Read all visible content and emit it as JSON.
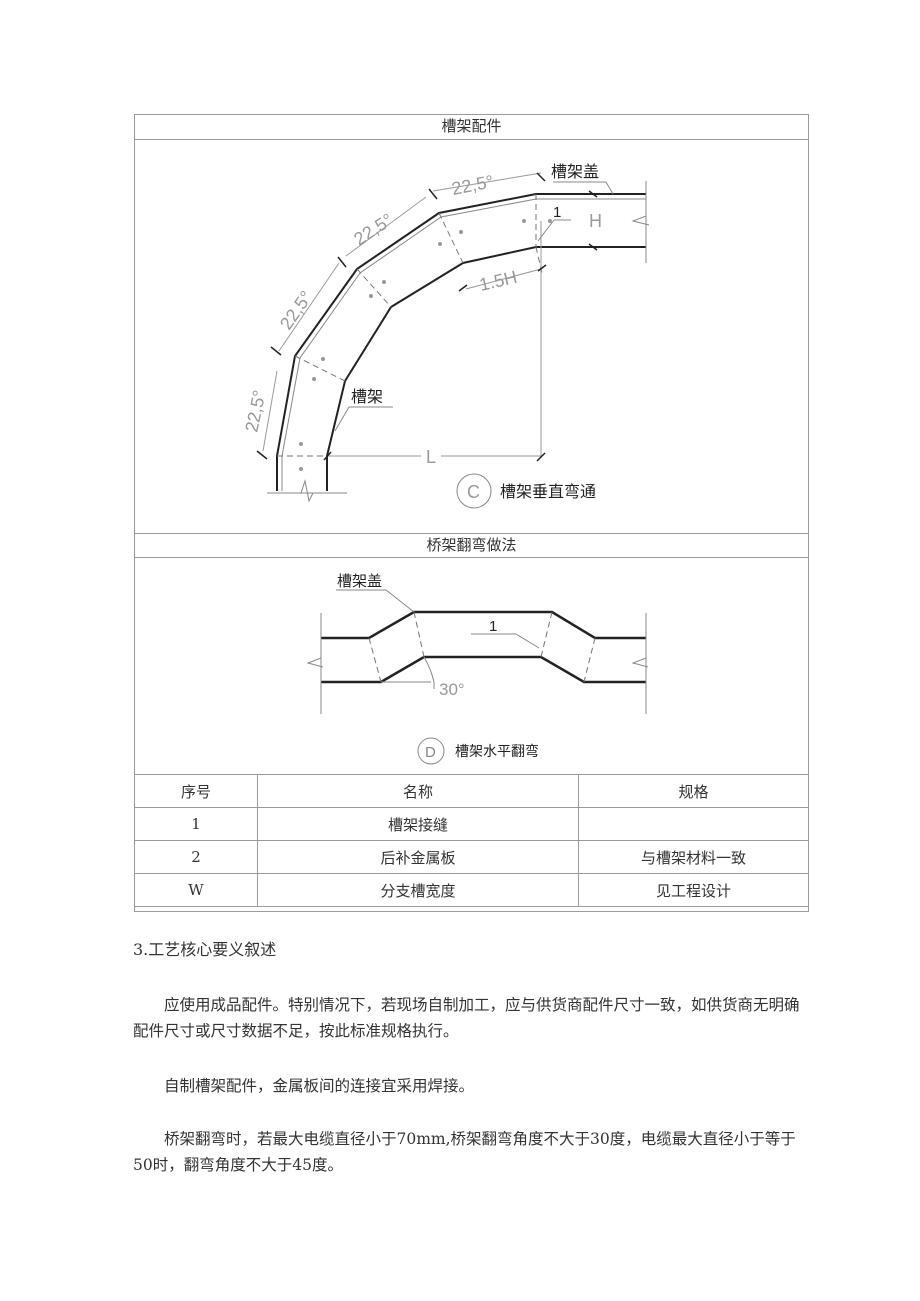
{
  "figure": {
    "header_top": "槽架配件",
    "diagram_c": {
      "angle_labels": [
        "22,5°",
        "22,5°",
        "22,5°",
        "22,5°"
      ],
      "cover_label": "槽架盖",
      "tray_label": "槽架",
      "seam_marker": "1",
      "height_marker": "H",
      "offset_label": "1.5H",
      "length_label": "L",
      "circle_letter": "C",
      "caption": "槽架垂直弯通"
    },
    "header_mid": "桥架翻弯做法",
    "diagram_d": {
      "cover_label": "槽架盖",
      "seam_marker": "1",
      "angle_label": "30°",
      "circle_letter": "D",
      "caption": "槽架水平翻弯"
    },
    "table": {
      "headers": [
        "序号",
        "名称",
        "规格"
      ],
      "rows": [
        [
          "1",
          "槽架接缝",
          ""
        ],
        [
          "2",
          "后补金属板",
          "与槽架材料一致"
        ],
        [
          "W",
          "分支槽宽度",
          "见工程设计"
        ]
      ]
    }
  },
  "section": {
    "title": "3.工艺核心要义叙述",
    "paragraphs": [
      "应使用成品配件。特别情况下，若现场自制加工，应与供货商配件尺寸一致，如供货商无明确配件尺寸或尺寸数据不足，按此标准规格执行。",
      "自制槽架配件，金属板间的连接宜采用焊接。",
      "桥架翻弯时，若最大电缆直径小于70mm,桥架翻弯角度不大于30度，电缆最大直径小于等于50时，翻弯角度不大于45度。"
    ]
  }
}
